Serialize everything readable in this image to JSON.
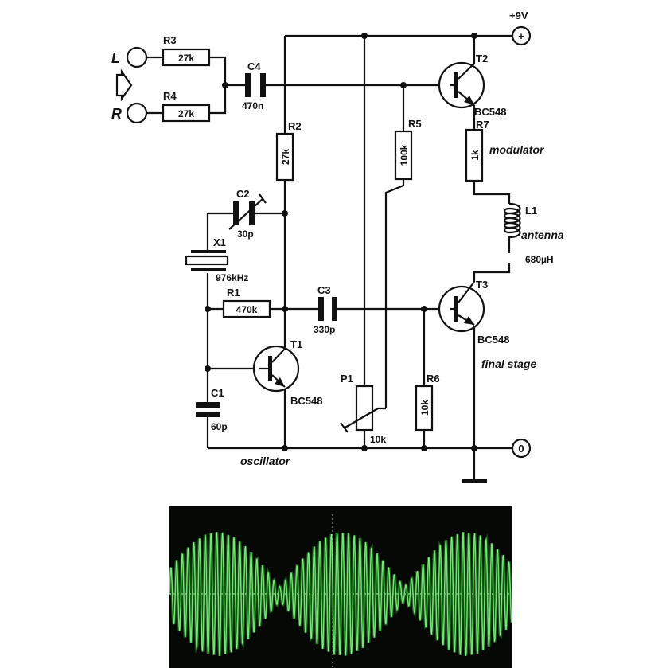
{
  "supply": {
    "label": "+9V",
    "plus": "+"
  },
  "ground_terminal": {
    "label": "0"
  },
  "inputs": {
    "left": "L",
    "right": "R"
  },
  "resistors": {
    "R1": {
      "name": "R1",
      "value": "470k"
    },
    "R2": {
      "name": "R2",
      "value": "27k"
    },
    "R3": {
      "name": "R3",
      "value": "27k"
    },
    "R4": {
      "name": "R4",
      "value": "27k"
    },
    "R5": {
      "name": "R5",
      "value": "100k"
    },
    "R6": {
      "name": "R6",
      "value": "10k"
    },
    "R7": {
      "name": "R7",
      "value": "1k"
    }
  },
  "capacitors": {
    "C1": {
      "name": "C1",
      "value": "60p"
    },
    "C2": {
      "name": "C2",
      "value": "30p"
    },
    "C3": {
      "name": "C3",
      "value": "330p"
    },
    "C4": {
      "name": "C4",
      "value": "470n"
    }
  },
  "crystal": {
    "name": "X1",
    "value": "976kHz"
  },
  "potentiometer": {
    "name": "P1",
    "value": "10k"
  },
  "inductor": {
    "name": "L1",
    "function": "antenna",
    "value": "680µH"
  },
  "transistors": {
    "T1": {
      "name": "T1",
      "type": "BC548",
      "stage": "oscillator"
    },
    "T2": {
      "name": "T2",
      "type": "BC548",
      "stage": "modulator"
    },
    "T3": {
      "name": "T3",
      "type": "BC548",
      "stage": "final stage"
    }
  },
  "oscilloscope": {
    "trace_color": "#3fd13f",
    "envelope_lobes": 3,
    "background": "#050805"
  }
}
